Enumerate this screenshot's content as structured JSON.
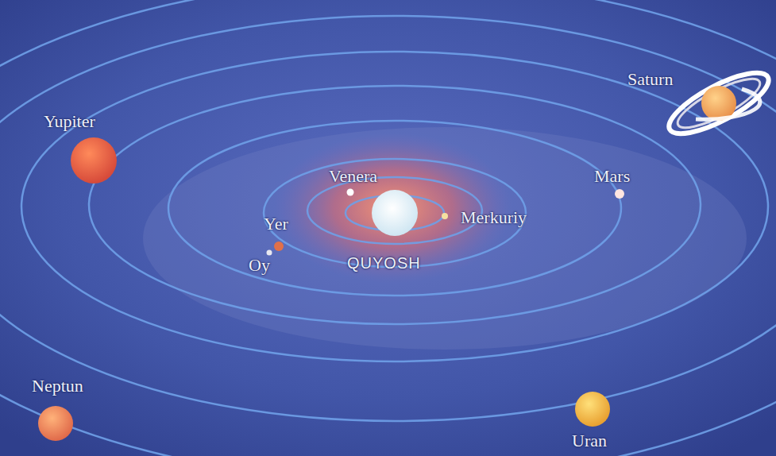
{
  "diagram": {
    "labels": [
      "Yupiter",
      "Saturn",
      "Venera",
      "Mars",
      "Yer",
      "Merkuriy",
      "Oy",
      "QUYOSH",
      "Neptun",
      "Uran"
    ]
  }
}
